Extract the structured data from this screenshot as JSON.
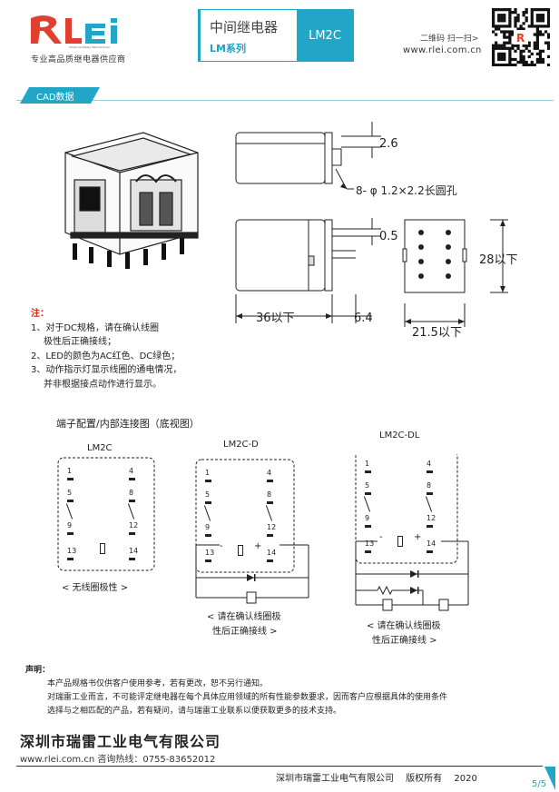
{
  "header": {
    "logo_text": "RLEi",
    "logo_tagline": "Advanced Relay Manufacturer",
    "subtitle": "专业高品质继电器供应商",
    "product_title": "中间继电器",
    "series": "LM系列",
    "model": "LM2C",
    "qr_caption": "二维码 扫一扫>",
    "website": "www.rlei.com.cn",
    "brand_color": "#21a6c7",
    "logo_red": "#e0402f"
  },
  "section": {
    "label": "CAD数据"
  },
  "dimensions": {
    "d1": "2.6",
    "d2": "8- φ 1.2×2.2长圆孔",
    "d3": "0.5",
    "d4": "28以下",
    "d5": "36以下",
    "d6": "6.4",
    "d7": "21.5以下"
  },
  "notes": {
    "title": "注：",
    "items": [
      "1、对于DC规格，请在确认线圈",
      "极性后正确接线；",
      "2、LED的颜色为AC红色、DC绿色；",
      "3、动作指示灯显示线圈的通电情况，",
      "并非根据接点动作进行显示。"
    ]
  },
  "diagram": {
    "title": "端子配置/内部连接图（底视图）",
    "schematics": [
      {
        "name": "LM2C",
        "caption1": "< 无线圈极性 >",
        "caption2": ""
      },
      {
        "name": "LM2C-D",
        "caption1": "< 请在确认线圈极",
        "caption2": "性后正确接线 >"
      },
      {
        "name": "LM2C-DL",
        "caption1": "< 请在确认线圈极",
        "caption2": "性后正确接线 >"
      }
    ],
    "pins": [
      "1",
      "4",
      "5",
      "8",
      "9",
      "12",
      "13",
      "14"
    ],
    "plus": "+",
    "minus": "-"
  },
  "declaration": {
    "title": "声明：",
    "line1": "本产品规格书仅供客户使用参考，若有更改，恕不另行通知。",
    "line2": "对瑞雷工业而言，不可能评定继电器在每个具体应用领域的所有性能参数要求，因而客户应根据具体的使用条件",
    "line3": "选择与之相匹配的产品，若有疑问，请与瑞雷工业联系以便获取更多的技术支持。"
  },
  "footer": {
    "company": "深圳市瑞雷工业电气有限公司",
    "contact": "www.rlei.com.cn    咨询热线：0755-83652012",
    "copyright": "深圳市瑞雷工业电气有限公司    版权所有    2020",
    "page": "5/5"
  }
}
